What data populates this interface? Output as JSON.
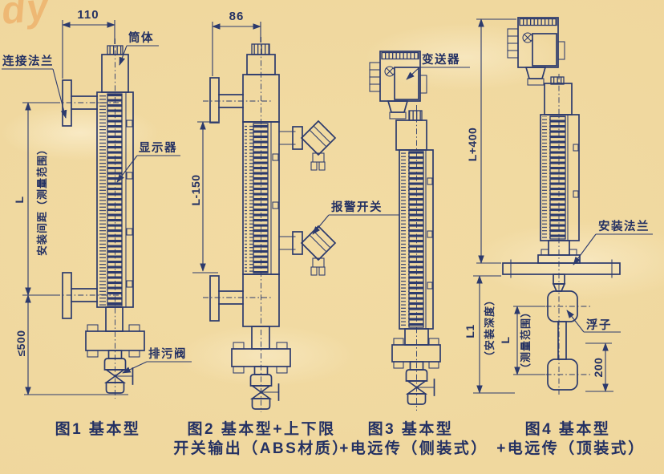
{
  "page": {
    "watermark": "dy",
    "background": "#f1d9a0",
    "line_color": "#2c3a6d"
  },
  "fig1": {
    "caption": "图1 基本型",
    "dim_top": "110",
    "dim_bottom": "≤500",
    "dim_range_symbol": "L",
    "dim_range_text": "安装间距（测量范围）",
    "label_cylinder": "筒体",
    "label_connection_flange": "连接法兰",
    "label_display": "显示器",
    "label_drain_valve": "排污阀"
  },
  "fig2": {
    "caption_line1": "图2 基本型+上下限",
    "caption_line2": "开关输出（ABS材质）",
    "dim_top": "86",
    "dim_height": "L-150",
    "label_alarm_switch": "报警开关"
  },
  "fig3": {
    "caption_line1": "图3 基本型",
    "caption_line2": "+电远传（侧装式）",
    "label_transmitter": "变送器"
  },
  "fig4": {
    "caption_line1": "图4 基本型",
    "caption_line2": "+电远传（顶装式）",
    "dim_overall": "L+400",
    "dim_depth_symbol": "L1",
    "dim_depth_text": "（安装深度）",
    "dim_range_symbol": "L",
    "dim_range_text": "（测量范围）",
    "dim_float_offset": "200",
    "label_mounting_flange": "安装法兰",
    "label_float": "浮子"
  }
}
